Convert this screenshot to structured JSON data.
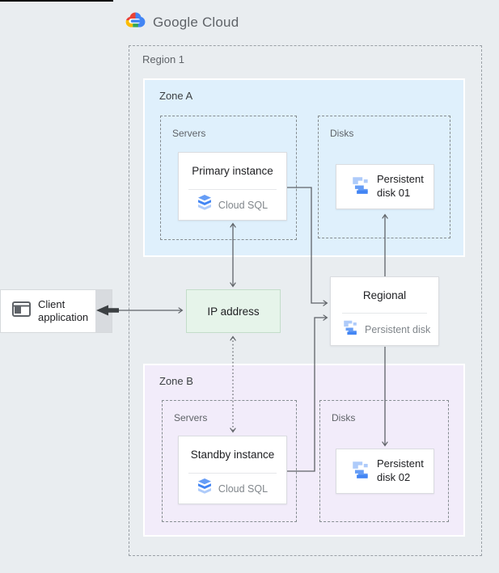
{
  "theme": {
    "bg": "#e9edf0",
    "zone_a_bg": "#dff0fc",
    "zone_b_bg": "#f2ecfa",
    "ip_bg": "#e6f4ea",
    "line": "#5f6368",
    "label_gray": "#5f6368",
    "title_dark": "#202124",
    "blue": "#4285f4",
    "blue_mid": "#669df6",
    "blue_light": "#aecbfa"
  },
  "header": {
    "brand": "Google Cloud"
  },
  "region": {
    "label": "Region 1"
  },
  "zone_a": {
    "label": "Zone A",
    "servers": {
      "label": "Servers",
      "card": {
        "title": "Primary instance",
        "product": "Cloud SQL"
      }
    },
    "disks": {
      "label": "Disks",
      "card": {
        "line1": "Persistent",
        "line2": "disk 01"
      }
    }
  },
  "zone_b": {
    "label": "Zone B",
    "servers": {
      "label": "Servers",
      "card": {
        "title": "Standby instance",
        "product": "Cloud SQL"
      }
    },
    "disks": {
      "label": "Disks",
      "card": {
        "line1": "Persistent",
        "line2": "disk 02"
      }
    }
  },
  "client": {
    "line1": "Client",
    "line2": "application"
  },
  "ip": {
    "label": "IP address"
  },
  "regional": {
    "title": "Regional",
    "product": "Persistent disk"
  },
  "icons": {
    "brand": "google-cloud-logo",
    "client": "app-window-icon",
    "cloud_sql": "cloud-sql-icon",
    "persistent_disk": "persistent-disk-icon"
  }
}
